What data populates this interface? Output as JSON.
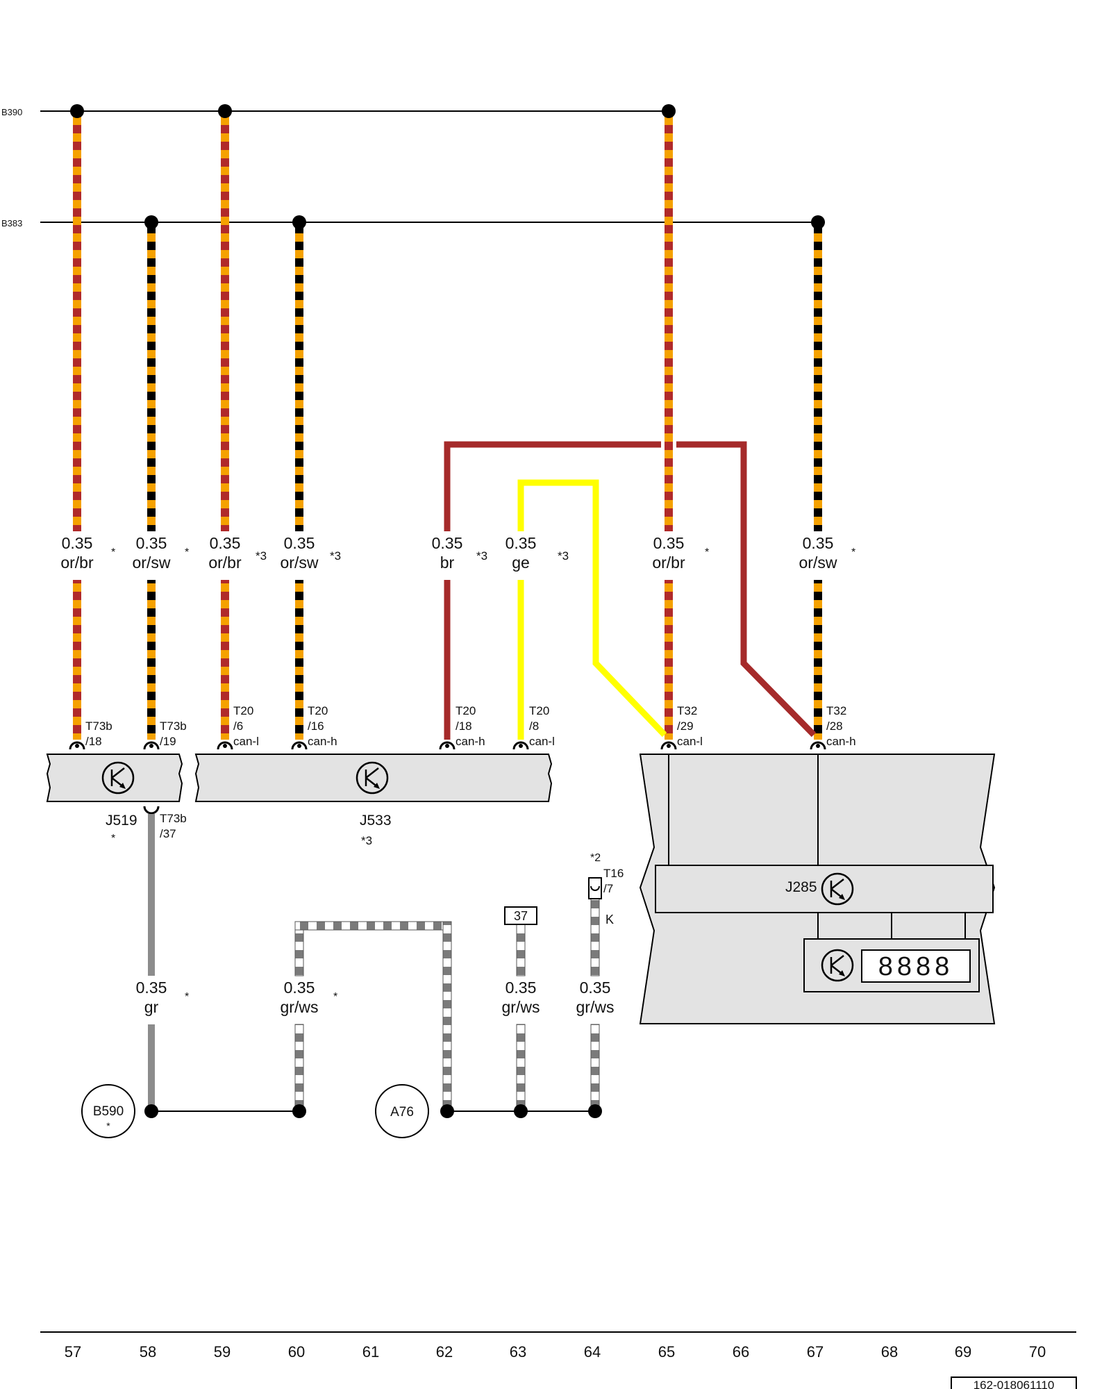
{
  "buses": [
    {
      "id": "b390",
      "label": "B390"
    },
    {
      "id": "b383",
      "label": "B383"
    }
  ],
  "wires": [
    {
      "id": "w57",
      "size": "0.35",
      "color_code": "or/br",
      "note": "*",
      "colors": [
        "#f5a100",
        "#b02a2a"
      ]
    },
    {
      "id": "w58",
      "size": "0.35",
      "color_code": "or/sw",
      "note": "*",
      "colors": [
        "#f5a100",
        "#000000"
      ]
    },
    {
      "id": "w59",
      "size": "0.35",
      "color_code": "or/br",
      "note": "*3",
      "colors": [
        "#f5a100",
        "#b02a2a"
      ]
    },
    {
      "id": "w60",
      "size": "0.35",
      "color_code": "or/sw",
      "note": "*3",
      "colors": [
        "#f5a100",
        "#000000"
      ]
    },
    {
      "id": "w62",
      "size": "0.35",
      "color_code": "br",
      "note": "*3",
      "colors": [
        "#a52a2a"
      ]
    },
    {
      "id": "w63",
      "size": "0.35",
      "color_code": "ge",
      "note": "*3",
      "colors": [
        "#ffff00"
      ]
    },
    {
      "id": "w65",
      "size": "0.35",
      "color_code": "or/br",
      "note": "*",
      "colors": [
        "#f5a100",
        "#b02a2a"
      ]
    },
    {
      "id": "w67",
      "size": "0.35",
      "color_code": "or/sw",
      "note": "*",
      "colors": [
        "#f5a100",
        "#000000"
      ]
    },
    {
      "id": "g58",
      "size": "0.35",
      "color_code": "gr",
      "note": "*",
      "colors": [
        "#8c8c8c"
      ]
    },
    {
      "id": "g60",
      "size": "0.35",
      "color_code": "gr/ws",
      "note": "*",
      "colors": [
        "#7a7a7a",
        "#ffffff"
      ]
    },
    {
      "id": "g63",
      "size": "0.35",
      "color_code": "gr/ws",
      "note": "",
      "colors": [
        "#7a7a7a",
        "#ffffff"
      ]
    },
    {
      "id": "g64",
      "size": "0.35",
      "color_code": "gr/ws",
      "note": "",
      "colors": [
        "#7a7a7a",
        "#ffffff"
      ]
    }
  ],
  "connectors": [
    {
      "id": "c57",
      "l1": "T73b",
      "l2": "/18",
      "l3": ""
    },
    {
      "id": "c58",
      "l1": "T73b",
      "l2": "/19",
      "l3": ""
    },
    {
      "id": "c59",
      "l1": "T20",
      "l2": "/6",
      "l3": "can-l"
    },
    {
      "id": "c60",
      "l1": "T20",
      "l2": "/16",
      "l3": "can-h"
    },
    {
      "id": "c62",
      "l1": "T20",
      "l2": "/18",
      "l3": "can-h"
    },
    {
      "id": "c63",
      "l1": "T20",
      "l2": "/8",
      "l3": "can-l"
    },
    {
      "id": "c65",
      "l1": "T32",
      "l2": "/29",
      "l3": "can-l"
    },
    {
      "id": "c67",
      "l1": "T32",
      "l2": "/28",
      "l3": "can-h"
    },
    {
      "id": "c58b",
      "l1": "T73b",
      "l2": "/37",
      "l3": ""
    },
    {
      "id": "c64",
      "l1": "T16",
      "l2": "/7",
      "l3": "",
      "note": "*2"
    }
  ],
  "components": {
    "j519": {
      "label": "J519",
      "note": "*"
    },
    "j533": {
      "label": "J533",
      "note": "*3"
    },
    "j285": {
      "label": "J285"
    },
    "display": {
      "text": "8888"
    },
    "terminal": {
      "label": "37"
    },
    "k_label": {
      "label": "K"
    }
  },
  "grounds": [
    {
      "id": "b590",
      "label": "B590",
      "note": "*"
    },
    {
      "id": "a76",
      "label": "A76"
    }
  ],
  "columns": [
    "57",
    "58",
    "59",
    "60",
    "61",
    "62",
    "63",
    "64",
    "65",
    "66",
    "67",
    "68",
    "69",
    "70"
  ],
  "footer": {
    "doc_id": "162-018061110"
  }
}
